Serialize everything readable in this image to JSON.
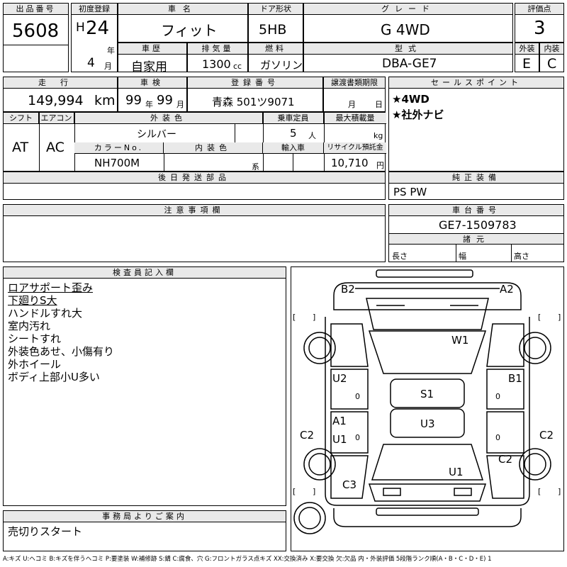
{
  "top": {
    "lot_label": "出品番号",
    "lot_no": "5608",
    "first_reg_label": "初度登録",
    "era": "H",
    "year": "24",
    "year_unit": "年",
    "month": "4",
    "month_unit": "月",
    "name_label": "車名",
    "name": "フィット",
    "door_label": "ドア形状",
    "door": "5HB",
    "grade_label": "グレード",
    "grade": "G 4WD",
    "score_label": "評価点",
    "score": "3",
    "history_label": "車歴",
    "history": "自家用",
    "disp_label": "排気量",
    "disp": "1300",
    "disp_unit": "cc",
    "fuel_label": "燃料",
    "fuel": "ガソリン",
    "model_label": "型式",
    "model": "DBA-GE7",
    "ext_label": "外装",
    "ext": "E",
    "int_label": "内装",
    "int": "C"
  },
  "row2": {
    "mileage_label": "走行",
    "mileage": "149,994",
    "mileage_unit": "km",
    "inspect_label": "車検",
    "inspect_y": "99",
    "inspect_y_unit": "年",
    "inspect_m": "99",
    "inspect_m_unit": "月",
    "plate_label": "登録番号",
    "plate": "青森 501ツ9071",
    "transfer_label": "譲渡書類期限",
    "transfer_m": "月",
    "transfer_d": "日",
    "shift_label": "シフト",
    "shift": "AT",
    "ac_label": "エアコン",
    "ac": "AC",
    "color_label": "外装色",
    "color": "シルバー",
    "seats_label": "乗車定員",
    "seats": "5",
    "seats_unit": "人",
    "load_label": "最大積載量",
    "load_unit": "kg",
    "colorno_label": "カラーNo.",
    "colorno": "NH700M",
    "intcolor_label": "内装色",
    "intcolor_unit": "系",
    "import_label": "輸入車",
    "recycle_label": "リサイクル預託金",
    "recycle": "10,710",
    "recycle_unit": "円"
  },
  "sales": {
    "label": "セールスポイント",
    "items": [
      "★4WD",
      "★社外ナビ"
    ]
  },
  "later": {
    "label": "後日発送部品"
  },
  "genuine": {
    "label": "純正装備",
    "value": "PS PW"
  },
  "caution": {
    "label": "注意事項欄"
  },
  "chassis": {
    "label": "車台番号",
    "value": "GE7-1509783"
  },
  "dims": {
    "label": "諸元",
    "length": "長さ",
    "width": "幅",
    "height": "高さ"
  },
  "inspector": {
    "label": "検査員記入欄",
    "lines": [
      "ロアサポート歪み",
      "下廻りS大",
      "ハンドルすれ大",
      "室内汚れ",
      "シートすれ",
      "外装色あせ、小傷有り",
      "外ホイール",
      "ボディ上部小U多い"
    ]
  },
  "office": {
    "label": "事務局よりご案内",
    "value": "売切りスタート"
  },
  "diagram": {
    "marks": [
      "B2",
      "A2",
      "W1",
      "U2",
      "B1",
      "S1",
      "A1",
      "U1",
      "U3",
      "C2",
      "C2",
      "C2",
      "U1",
      "C3"
    ],
    "brackets": [
      "[",
      "]",
      "[",
      "]",
      "[",
      "]",
      "[",
      "]"
    ],
    "zeros": [
      "0",
      "0",
      "0",
      "0"
    ]
  },
  "legend": "A:キズ U:ヘコミ B:キズを伴うヘコミ P:要塗装 W:補修跡 S:錆 C:腐食、穴 G:フロントガラス点キズ XX:交換済み X:要交換 欠:欠品 内・外装評価 5段階ランク順(A・B・C・D・E) 1"
}
